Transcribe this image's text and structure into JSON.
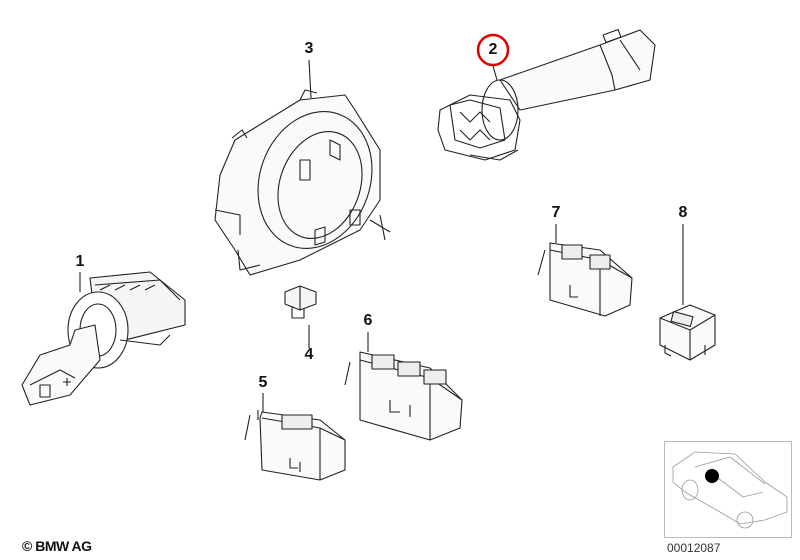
{
  "callouts": [
    {
      "label": "1"
    },
    {
      "label": "2",
      "highlighted": true
    },
    {
      "label": "3"
    },
    {
      "label": "4"
    },
    {
      "label": "5"
    },
    {
      "label": "6"
    },
    {
      "label": "7"
    },
    {
      "label": "8"
    }
  ],
  "highlight_color": "#e00000",
  "footer": {
    "copyright": "© BMW AG",
    "diagram_id": "00012087"
  }
}
